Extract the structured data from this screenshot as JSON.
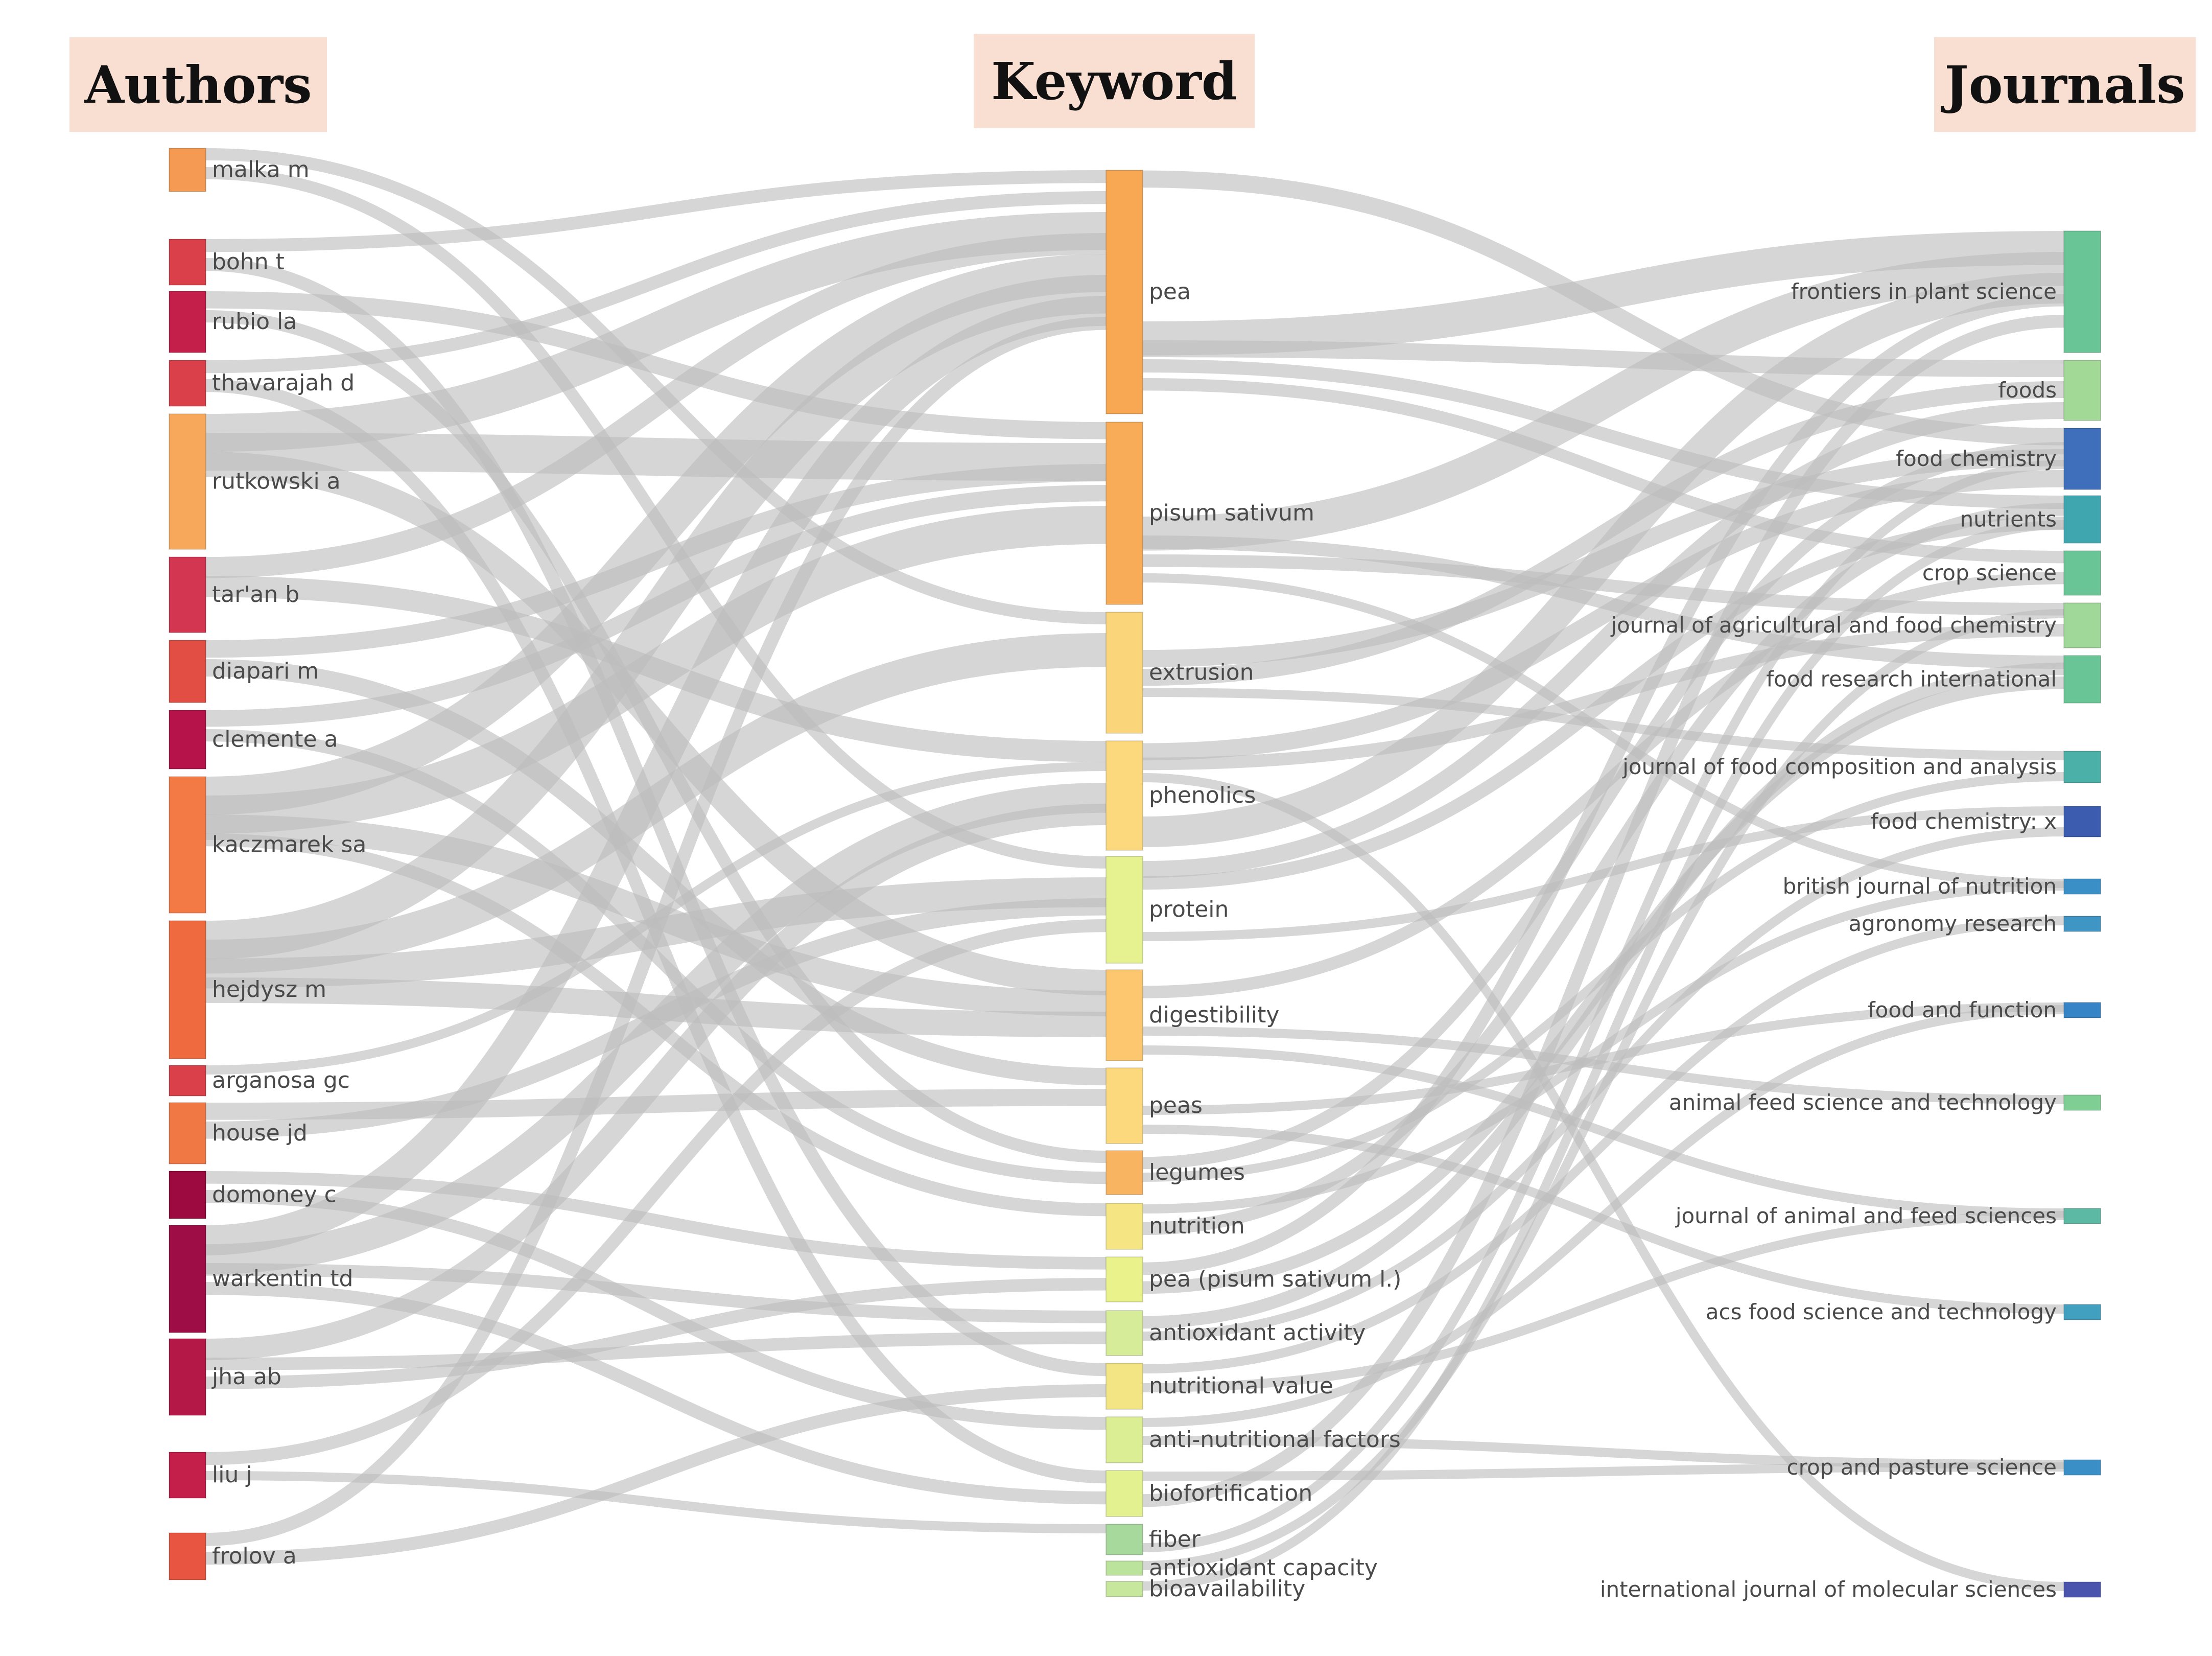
{
  "headers": {
    "authors": "Authors",
    "keyword": "Keyword",
    "journals": "Journals"
  },
  "colors": {
    "link": "#bdbdbd",
    "header_bg": "#f9dfd2"
  },
  "authors": [
    {
      "name": "malka m",
      "color": "#f49a52"
    },
    {
      "name": "bohn t",
      "color": "#d9404a"
    },
    {
      "name": "rubio la",
      "color": "#c41e4a"
    },
    {
      "name": "thavarajah d",
      "color": "#d9404a"
    },
    {
      "name": "rutkowski a",
      "color": "#f8a85a"
    },
    {
      "name": "tar'an b",
      "color": "#d33650"
    },
    {
      "name": "diapari m",
      "color": "#e24e44"
    },
    {
      "name": "clemente a",
      "color": "#b6134b"
    },
    {
      "name": "kaczmarek sa",
      "color": "#f47a45"
    },
    {
      "name": "hejdysz m",
      "color": "#ef6a3e"
    },
    {
      "name": "arganosa gc",
      "color": "#d9404a"
    },
    {
      "name": "house jd",
      "color": "#f07845"
    },
    {
      "name": "domoney c",
      "color": "#9c0a40"
    },
    {
      "name": "warkentin td",
      "color": "#9e0d46"
    },
    {
      "name": "jha ab",
      "color": "#b31847"
    },
    {
      "name": "liu j",
      "color": "#c41e4a"
    },
    {
      "name": "frolov a",
      "color": "#e85540"
    }
  ],
  "keywords": [
    {
      "name": "pea",
      "color": "#f8a752"
    },
    {
      "name": "pisum sativum",
      "color": "#f8ac57"
    },
    {
      "name": "extrusion",
      "color": "#fbd57a"
    },
    {
      "name": "phenolics",
      "color": "#fbd97c"
    },
    {
      "name": "protein",
      "color": "#e6f290"
    },
    {
      "name": "digestibility",
      "color": "#fcc76e"
    },
    {
      "name": "peas",
      "color": "#fbd97c"
    },
    {
      "name": "legumes",
      "color": "#f8b461"
    },
    {
      "name": "nutrition",
      "color": "#f5e583"
    },
    {
      "name": "pea (pisum sativum l.)",
      "color": "#eaf28c"
    },
    {
      "name": "antioxidant activity",
      "color": "#d6ec98"
    },
    {
      "name": "nutritional value",
      "color": "#f3e583"
    },
    {
      "name": "anti-nutritional factors",
      "color": "#dcee94"
    },
    {
      "name": "biofortification",
      "color": "#e3f191"
    },
    {
      "name": "fiber",
      "color": "#a7d99d"
    },
    {
      "name": "antioxidant capacity",
      "color": "#bce39b"
    },
    {
      "name": "bioavailability",
      "color": "#c6e79c"
    }
  ],
  "journals": [
    {
      "name": "frontiers in plant science",
      "color": "#6ac596"
    },
    {
      "name": "foods",
      "color": "#a3d997"
    },
    {
      "name": "food chemistry",
      "color": "#3f6fbb"
    },
    {
      "name": "nutrients",
      "color": "#3fa6b0"
    },
    {
      "name": "crop science",
      "color": "#6ac596"
    },
    {
      "name": "journal of agricultural and food chemistry",
      "color": "#9fd898"
    },
    {
      "name": "food research international",
      "color": "#6ac596"
    },
    {
      "name": "journal of food composition and analysis",
      "color": "#4bb0a8"
    },
    {
      "name": "food chemistry: x",
      "color": "#3c5cb0"
    },
    {
      "name": "british journal of nutrition",
      "color": "#3a8fc6"
    },
    {
      "name": "agronomy research",
      "color": "#3f95c3"
    },
    {
      "name": "food and function",
      "color": "#3684c6"
    },
    {
      "name": "animal feed science and technology",
      "color": "#7fcf95"
    },
    {
      "name": "journal of animal and feed sciences",
      "color": "#5cb9a4"
    },
    {
      "name": "acs food science and technology",
      "color": "#41a0c0"
    },
    {
      "name": "crop and pasture science",
      "color": "#3a8fc6"
    },
    {
      "name": "international journal of molecular sciences",
      "color": "#4a54ac"
    }
  ],
  "links_author_keyword": [
    [
      "malka m",
      "extrusion"
    ],
    [
      "malka m",
      "protein"
    ],
    [
      "bohn t",
      "pea"
    ],
    [
      "bohn t",
      "nutritional value"
    ],
    [
      "rubio la",
      "pisum sativum"
    ],
    [
      "rubio la",
      "legumes"
    ],
    [
      "thavarajah d",
      "pea"
    ],
    [
      "thavarajah d",
      "biofortification"
    ],
    [
      "rutkowski a",
      "pea"
    ],
    [
      "rutkowski a",
      "pisum sativum"
    ],
    [
      "rutkowski a",
      "digestibility"
    ],
    [
      "tar'an b",
      "pea"
    ],
    [
      "tar'an b",
      "phenolics"
    ],
    [
      "diapari m",
      "pisum sativum"
    ],
    [
      "diapari m",
      "peas"
    ],
    [
      "clemente a",
      "pisum sativum"
    ],
    [
      "clemente a",
      "legumes"
    ],
    [
      "kaczmarek sa",
      "pea"
    ],
    [
      "kaczmarek sa",
      "pisum sativum"
    ],
    [
      "kaczmarek sa",
      "digestibility"
    ],
    [
      "kaczmarek sa",
      "nutrition"
    ],
    [
      "hejdysz m",
      "pea"
    ],
    [
      "hejdysz m",
      "extrusion"
    ],
    [
      "hejdysz m",
      "protein"
    ],
    [
      "hejdysz m",
      "digestibility"
    ],
    [
      "arganosa gc",
      "phenolics"
    ],
    [
      "house jd",
      "peas"
    ],
    [
      "house jd",
      "protein"
    ],
    [
      "domoney c",
      "pea (pisum sativum l.)"
    ],
    [
      "domoney c",
      "anti-nutritional factors"
    ],
    [
      "warkentin td",
      "pea"
    ],
    [
      "warkentin td",
      "phenolics"
    ],
    [
      "warkentin td",
      "antioxidant activity"
    ],
    [
      "warkentin td",
      "biofortification"
    ],
    [
      "jha ab",
      "phenolics"
    ],
    [
      "jha ab",
      "antioxidant activity"
    ],
    [
      "jha ab",
      "pea (pisum sativum l.)"
    ],
    [
      "liu j",
      "protein"
    ],
    [
      "liu j",
      "fiber"
    ],
    [
      "frolov a",
      "pea"
    ],
    [
      "frolov a",
      "nutritional value"
    ]
  ],
  "links_keyword_journal": [
    [
      "pea",
      "frontiers in plant science"
    ],
    [
      "pea",
      "foods"
    ],
    [
      "pea",
      "nutrients"
    ],
    [
      "pea",
      "crop science"
    ],
    [
      "pea",
      "food chemistry"
    ],
    [
      "pisum sativum",
      "frontiers in plant science"
    ],
    [
      "pisum sativum",
      "food research international"
    ],
    [
      "pisum sativum",
      "journal of agricultural and food chemistry"
    ],
    [
      "pisum sativum",
      "british journal of nutrition"
    ],
    [
      "extrusion",
      "food chemistry"
    ],
    [
      "extrusion",
      "foods"
    ],
    [
      "extrusion",
      "journal of food composition and analysis"
    ],
    [
      "phenolics",
      "frontiers in plant science"
    ],
    [
      "phenolics",
      "food chemistry"
    ],
    [
      "phenolics",
      "journal of agricultural and food chemistry"
    ],
    [
      "phenolics",
      "international journal of molecular sciences"
    ],
    [
      "protein",
      "food chemistry: x"
    ],
    [
      "protein",
      "foods"
    ],
    [
      "protein",
      "nutrients"
    ],
    [
      "digestibility",
      "animal feed science and technology"
    ],
    [
      "digestibility",
      "journal of animal and feed sciences"
    ],
    [
      "digestibility",
      "crop science"
    ],
    [
      "peas",
      "food and function"
    ],
    [
      "peas",
      "acs food science and technology"
    ],
    [
      "legumes",
      "food chemistry"
    ],
    [
      "legumes",
      "journal of food composition and analysis"
    ],
    [
      "nutrition",
      "nutrients"
    ],
    [
      "nutrition",
      "british journal of nutrition"
    ],
    [
      "pea (pisum sativum l.)",
      "frontiers in plant science"
    ],
    [
      "pea (pisum sativum l.)",
      "food research international"
    ],
    [
      "antioxidant activity",
      "food research international"
    ],
    [
      "antioxidant activity",
      "food chemistry: x"
    ],
    [
      "nutritional value",
      "agronomy research"
    ],
    [
      "nutritional value",
      "journal of animal and feed sciences"
    ],
    [
      "anti-nutritional factors",
      "crop and pasture science"
    ],
    [
      "anti-nutritional factors",
      "food and function"
    ],
    [
      "biofortification",
      "crop and pasture science"
    ],
    [
      "biofortification",
      "frontiers in plant science"
    ],
    [
      "fiber",
      "food chemistry"
    ],
    [
      "antioxidant capacity",
      "journal of agricultural and food chemistry"
    ],
    [
      "bioavailability",
      "nutrients"
    ]
  ]
}
